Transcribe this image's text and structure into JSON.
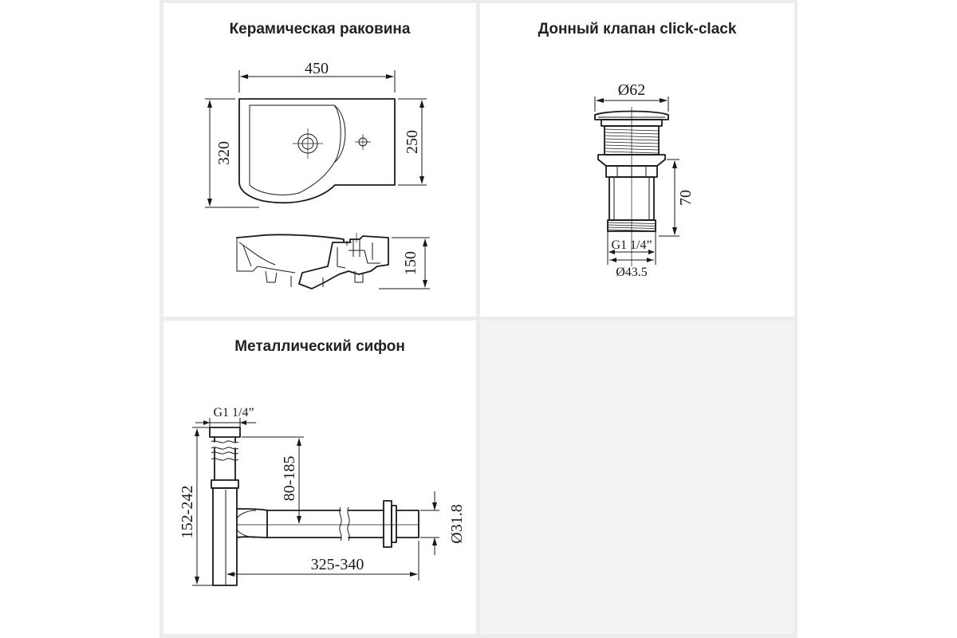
{
  "panels": {
    "basin": {
      "title": "Керамическая раковина",
      "dims": {
        "width": "450",
        "depth": "320",
        "side": "250",
        "height": "150"
      }
    },
    "valve": {
      "title": "Донный клапан click-clack",
      "dims": {
        "cap": "Ø62",
        "height": "70",
        "thread": "G1 1/4”",
        "body": "Ø43.5"
      }
    },
    "siphon": {
      "title": "Металлический сифон",
      "dims": {
        "thread": "G1 1/4”",
        "height": "152-242",
        "drop": "80-185",
        "length": "325-340",
        "outlet": "Ø31.8"
      }
    }
  }
}
